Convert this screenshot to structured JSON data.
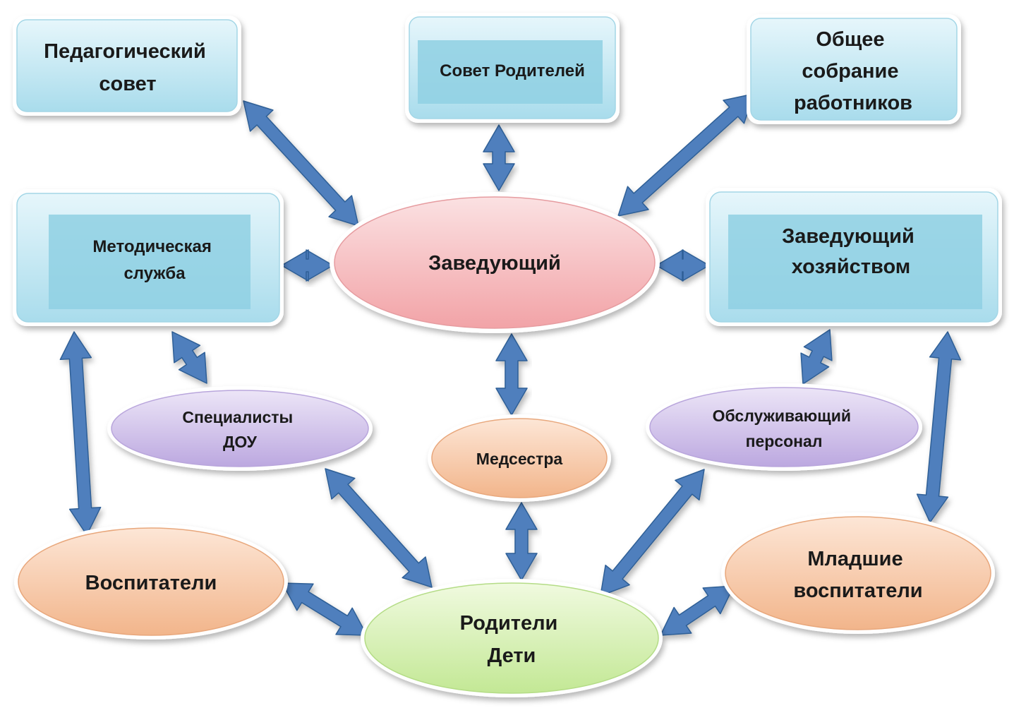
{
  "nodes": {
    "ped_sovet": {
      "lines": [
        "Педагогический",
        "совет"
      ]
    },
    "sovet_roditeley": {
      "lines": [
        "Совет Родителей"
      ]
    },
    "obshchee_sobranie": {
      "lines": [
        "Общее",
        "собрание",
        "работников"
      ]
    },
    "metod_sluzhba": {
      "lines": [
        "Методическая",
        "служба"
      ]
    },
    "zaveduyushchiy": {
      "lines": [
        "Заведующий"
      ]
    },
    "zav_khozyaystvom": {
      "lines": [
        "Заведующий",
        "хозяйством"
      ]
    },
    "spetsialisty": {
      "lines": [
        "Специалисты",
        "ДОУ"
      ]
    },
    "medsestra": {
      "lines": [
        "Медсестра"
      ]
    },
    "obsl_personal": {
      "lines": [
        "Обслуживающий",
        "персонал"
      ]
    },
    "vospitateli": {
      "lines": [
        "Воспитатели"
      ]
    },
    "roditeli_deti": {
      "lines": [
        "Родители",
        "Дети"
      ]
    },
    "mladshie_vospitateli": {
      "lines": [
        "Младшие",
        "воспитатели"
      ]
    }
  },
  "colors": {
    "box_fill": "#bfe7f4",
    "box_inner": "#8fd0e3",
    "director_fill": "#f4b9bc",
    "specialist_fill": "#cdbde8",
    "staff_fill": "#f5c7a6",
    "parents_fill": "#d6f0b2",
    "arrow": "#4f7fbd"
  }
}
